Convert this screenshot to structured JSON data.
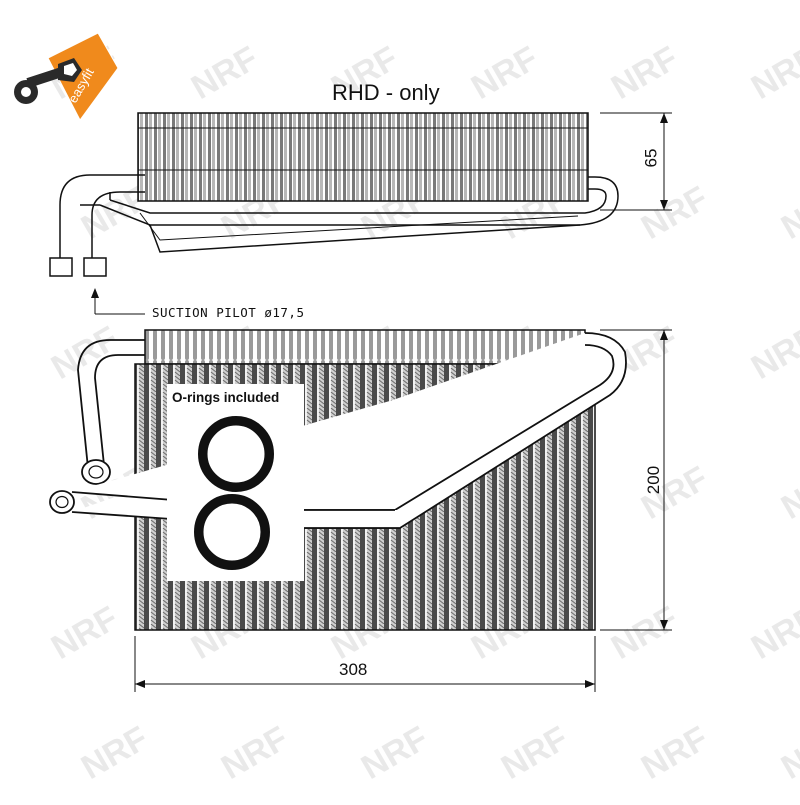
{
  "title": "RHD - only",
  "dimensions": {
    "height_top": "65",
    "height_front": "200",
    "width": "308"
  },
  "annotations": {
    "suction": "SUCTION PILOT ø17,5",
    "orings": "O-rings included"
  },
  "logo": {
    "text": "easyfit",
    "color": "#f08a1c",
    "icon": "wrench-key-icon"
  },
  "watermark": "NRF",
  "colors": {
    "line": "#111111",
    "fin_dark": "#3a3a3a",
    "fin_light": "#9a9a9a",
    "watermark": "#e9e9e9"
  }
}
